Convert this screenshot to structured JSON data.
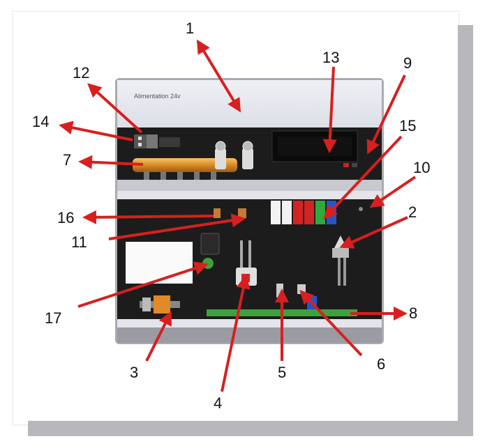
{
  "panel": {
    "title": "Alimentation 24v"
  },
  "callouts": [
    {
      "id": "1",
      "text": "1"
    },
    {
      "id": "2",
      "text": "2"
    },
    {
      "id": "3",
      "text": "3"
    },
    {
      "id": "4",
      "text": "4"
    },
    {
      "id": "5",
      "text": "5"
    },
    {
      "id": "6",
      "text": "6"
    },
    {
      "id": "7",
      "text": "7"
    },
    {
      "id": "8",
      "text": "8"
    },
    {
      "id": "9",
      "text": "9"
    },
    {
      "id": "10",
      "text": "10"
    },
    {
      "id": "11",
      "text": "11"
    },
    {
      "id": "12",
      "text": "12"
    },
    {
      "id": "13",
      "text": "13"
    },
    {
      "id": "14",
      "text": "14"
    },
    {
      "id": "15",
      "text": "15"
    },
    {
      "id": "16",
      "text": "16"
    },
    {
      "id": "17",
      "text": "17"
    }
  ],
  "colors": {
    "arrow": "#d81f1f",
    "panel": "#1c1c1c",
    "frame": "#c9c9cf",
    "green": "#3da23d",
    "orange": "#e08a2a"
  }
}
